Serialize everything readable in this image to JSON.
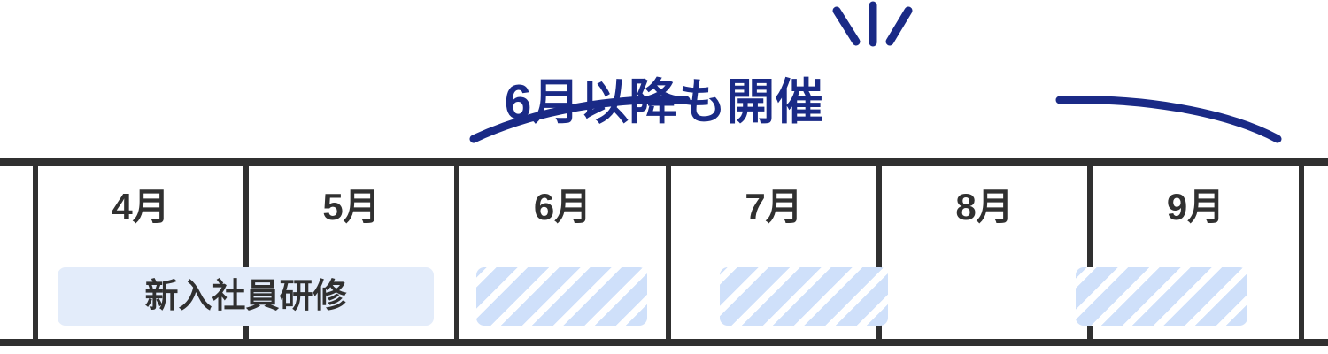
{
  "annotation": {
    "headline": "6月以降も開催",
    "headline_color": "#1a2a86",
    "sparkle_count": 3
  },
  "timeline": {
    "border_color": "#303030",
    "accent_color": "#cfe0fa",
    "solid_bar_color": "#e3ecfa",
    "months": [
      {
        "label": "4月"
      },
      {
        "label": "5月"
      },
      {
        "label": "6月"
      },
      {
        "label": "7月"
      },
      {
        "label": "8月"
      },
      {
        "label": "9月"
      }
    ],
    "bars": [
      {
        "label": "新入社員研修",
        "style": "solid",
        "spans": "4月-5月"
      },
      {
        "label": "",
        "style": "hatched",
        "spans": "6月"
      },
      {
        "label": "",
        "style": "hatched",
        "spans": "7月"
      },
      {
        "label": "",
        "style": "hatched",
        "spans": "9月"
      }
    ]
  }
}
